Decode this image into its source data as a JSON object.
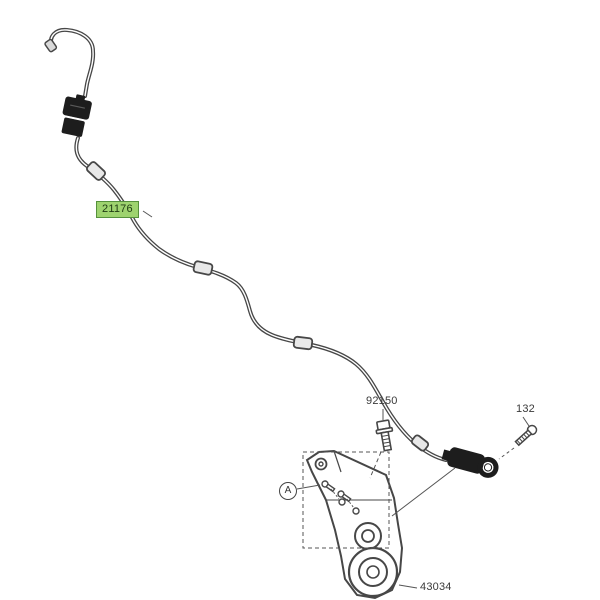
{
  "diagram": {
    "type": "parts-diagram",
    "subject": "ABS sensor cable assembly",
    "labels": {
      "cable": "21176",
      "bolt": "92150",
      "screw": "132",
      "bracket": "43034",
      "marker": "A"
    },
    "colors": {
      "highlight_fill": "#9ed36f",
      "highlight_border": "#56913c",
      "line": "#474747",
      "connector_fill": "#1d1d1d"
    }
  }
}
